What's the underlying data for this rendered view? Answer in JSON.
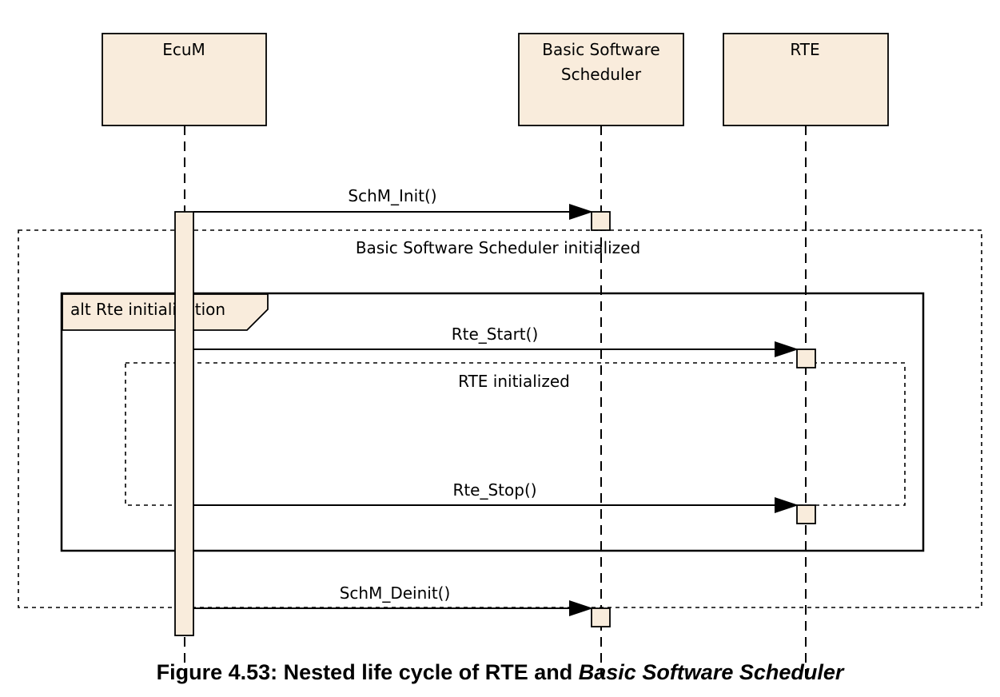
{
  "lifelines": [
    {
      "id": "ecum",
      "name_lines": [
        "EcuM"
      ]
    },
    {
      "id": "schm",
      "name_lines": [
        "Basic Software",
        "Scheduler"
      ]
    },
    {
      "id": "rte",
      "name_lines": [
        "RTE"
      ]
    }
  ],
  "messages": [
    {
      "label": "SchM_Init()",
      "from": "ecum",
      "to": "schm"
    },
    {
      "label": "Rte_Start()",
      "from": "ecum",
      "to": "rte"
    },
    {
      "label": "Rte_Stop()",
      "from": "ecum",
      "to": "rte"
    },
    {
      "label": "SchM_Deinit()",
      "from": "ecum",
      "to": "schm"
    }
  ],
  "regions": [
    {
      "label": "Basic Software Scheduler initialized"
    },
    {
      "label": "RTE initialized"
    }
  ],
  "fragment": {
    "label": "alt Rte initialization"
  },
  "caption": {
    "prefix": "Figure 4.53: Nested life cycle of RTE and ",
    "italic": "Basic Software Scheduler"
  }
}
